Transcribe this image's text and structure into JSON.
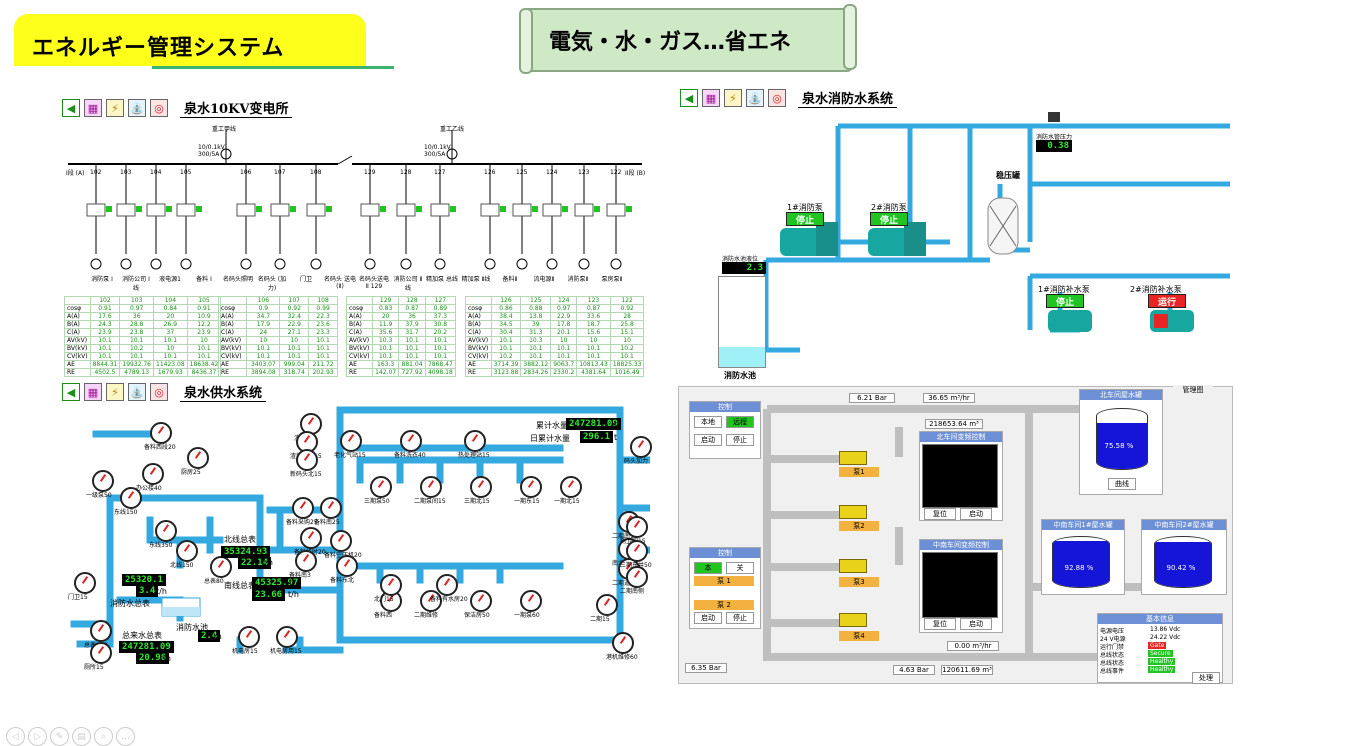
{
  "header": {
    "title": "エネルギー管理システム",
    "banner": "電気・水・ガス…省エネ"
  },
  "colors": {
    "accent": "#ffff1c",
    "pipe": "#33a9e0",
    "led_text": "#2eea2e",
    "stop": "#21c421",
    "run": "#e82525"
  },
  "substation": {
    "title": "泉水10KV变电所",
    "toolbar_icons": [
      "back-arrow-icon",
      "monitor-icon",
      "tower-icon",
      "faucet-icon",
      "fire-hydrant-icon"
    ],
    "source_left": "重工甲线",
    "source_right": "重工乙线",
    "transformer_label": "10/0.1kV 300/5A",
    "bus_left": "I段 (A)",
    "bus_right": "II段 (B)",
    "feeders_left": [
      "102",
      "103",
      "104",
      "105"
    ],
    "feeders_mid": [
      "106",
      "107",
      "108",
      "129",
      "128",
      "127"
    ],
    "feeders_right": [
      "126",
      "125",
      "124",
      "123",
      "122"
    ],
    "loads": [
      "消防泵 I",
      "消防公司 I线",
      "液电源1",
      "备料 I",
      "名码头照明",
      "名码头 (加力)",
      "门卫",
      "名码头 送电(Ⅱ)",
      "名码头送电 Ⅱ 129",
      "消防公司 Ⅱ线",
      "精加泵 总线",
      "精加泵 Ⅱ线",
      "备料Ⅱ",
      "流电源Ⅱ",
      "消防泵Ⅱ",
      "泵房泵Ⅱ"
    ],
    "table_rows": [
      "cosφ",
      "A(A)",
      "B(A)",
      "C(A)",
      "AV(kV)",
      "BV(kV)",
      "CV(kV)",
      "AE",
      "RE"
    ],
    "table1": {
      "cols": [
        "102",
        "103",
        "104",
        "105"
      ],
      "cosφ": [
        "0.91",
        "0.97",
        "0.84",
        "0.91"
      ],
      "A(A)": [
        "17.6",
        "36",
        "20",
        "10.9"
      ],
      "B(A)": [
        "24.3",
        "28.8",
        "26.9",
        "12.2"
      ],
      "C(A)": [
        "23.9",
        "23.8",
        "37",
        "23.9"
      ],
      "AV(kV)": [
        "10.1",
        "10.1",
        "10.1",
        "10"
      ],
      "BV(kV)": [
        "10.1",
        "10.2",
        "10",
        "10.1"
      ],
      "CV(kV)": [
        "10.1",
        "10.1",
        "10.1",
        "10.1"
      ],
      "AE": [
        "8844.31",
        "19932.76",
        "11423.08",
        "18638.42"
      ],
      "RE": [
        "4502.5",
        "4789.13",
        "1679.93",
        "8436.37"
      ]
    },
    "table2": {
      "cols": [
        "106",
        "107",
        "108"
      ],
      "cosφ": [
        "0.9",
        "0.92",
        "0.99"
      ],
      "A(A)": [
        "34.7",
        "32.4",
        "22.3"
      ],
      "B(A)": [
        "17.9",
        "22.9",
        "23.6"
      ],
      "C(A)": [
        "24",
        "27.1",
        "23.3"
      ],
      "AV(kV)": [
        "10",
        "10",
        "10.1"
      ],
      "BV(kV)": [
        "10.1",
        "10.1",
        "10.1"
      ],
      "CV(kV)": [
        "10.1",
        "10.1",
        "10.1"
      ],
      "AE": [
        "3403.07",
        "999.04",
        "211.72"
      ],
      "RE": [
        "3894.08",
        "318.74",
        "202.93"
      ]
    },
    "table3": {
      "cols": [
        "129",
        "128",
        "127"
      ],
      "cosφ": [
        "0.83",
        "0.87",
        "0.89"
      ],
      "A(A)": [
        "20",
        "36",
        "37.3"
      ],
      "B(A)": [
        "11.9",
        "37.9",
        "30.8"
      ],
      "C(A)": [
        "35.6",
        "31.7",
        "20.2"
      ],
      "AV(kV)": [
        "10.3",
        "10.1",
        "10.1"
      ],
      "BV(kV)": [
        "10.1",
        "10.1",
        "10.1"
      ],
      "CV(kV)": [
        "10.1",
        "10.1",
        "10.1"
      ],
      "AE": [
        "163.3",
        "881.04",
        "7868.47"
      ],
      "RE": [
        "142.07",
        "727.92",
        "4098.18"
      ]
    },
    "table4": {
      "cols": [
        "126",
        "125",
        "124",
        "123",
        "122"
      ],
      "cosφ": [
        "0.86",
        "0.88",
        "0.97",
        "0.87",
        "0.92"
      ],
      "A(A)": [
        "38.4",
        "13.8",
        "22.9",
        "33.6",
        "28"
      ],
      "B(A)": [
        "34.5",
        "39",
        "17.8",
        "18.7",
        "25.8"
      ],
      "C(A)": [
        "30.4",
        "31.3",
        "20.1",
        "15.6",
        "15.1"
      ],
      "AV(kV)": [
        "10.1",
        "10.3",
        "10",
        "10",
        "10"
      ],
      "BV(kV)": [
        "10.1",
        "10.1",
        "10.1",
        "10.1",
        "10.2"
      ],
      "CV(kV)": [
        "10.2",
        "10.1",
        "10.1",
        "10.1",
        "10.1"
      ],
      "AE": [
        "3714.39",
        "3882.12",
        "9063.7",
        "10813.43",
        "18825.33"
      ],
      "RE": [
        "3123.88",
        "2834.26",
        "2330.2",
        "4381.64",
        "1016.49"
      ]
    }
  },
  "fire": {
    "title": "泉水消防水系统",
    "toolbar_icons": [
      "back-arrow-icon",
      "monitor-icon",
      "tower-icon",
      "faucet-icon",
      "fire-hydrant-icon"
    ],
    "pressure_label": "消防水管压力",
    "pressure_value": "0.38",
    "pump1_label": "1#消防泵",
    "pump1_state": "停止",
    "pump2_label": "2#消防泵",
    "pump2_state": "停止",
    "tank_label": "稳压罐",
    "sup1_label": "1#消防补水泵",
    "sup1_state": "停止",
    "sup2_label": "2#消防补水泵",
    "sup2_state": "运行",
    "pool_level_label": "消防水池液位",
    "pool_level_value": "2.3",
    "pool_label": "消防水池",
    "pool_fill": 0.22
  },
  "supply": {
    "title": "泉水供水系统",
    "toolbar_icons": [
      "back-arrow-icon",
      "monitor-icon",
      "tower-icon",
      "faucet-icon",
      "fire-hydrant-icon"
    ],
    "total_water_label": "累计水量",
    "total_water_value": "247281.09",
    "total_water_unit": "t",
    "daily_label": "日累计水量",
    "daily_value": "296.1",
    "north_label": "北线总表",
    "north_value": "35324.93",
    "north_flow": "22.14",
    "south_label": "南线总表",
    "south_value": "45325.97",
    "south_flow": "23.66",
    "fire_total_label": "消防水总表",
    "fire_total_value": "25320.1",
    "fire_flow": "3.4",
    "main_total_label": "总来水总表",
    "main_total_value": "247281.09",
    "main_flow": "20.96",
    "level_label": "消防水池",
    "level_value": "2.4",
    "unit_t": "t",
    "unit_flow": "t/h",
    "unit_m": "m",
    "meters": [
      "备料西段20",
      "办公楼40",
      "厨房25",
      "一级泵50",
      "东线150",
      "东线350",
      "北线150",
      "总表80",
      "总表150",
      "门卫15",
      "渣浆15",
      "渣浆泵房15",
      "新码头北15",
      "老化气站15",
      "备料洗衣40",
      "热处理站15",
      "码头加力",
      "三期泵50",
      "二期泵间15",
      "三期北15",
      "一期东15",
      "一期北15",
      "二期南15",
      "南北东15",
      "二期道15",
      "机电房15",
      "机电房用15",
      "港机维修60",
      "备料采购25",
      "备料南25",
      "备料临时20",
      "备料南3",
      "备料空压机20",
      "备料东北",
      "备料西",
      "二期维修",
      "保洁房50",
      "一期泵60",
      "厕所15",
      "二期15",
      "厕卫间15",
      "三期东井50",
      "二期南侧",
      "北门15",
      "备料有水房20"
    ]
  },
  "hmi": {
    "pressure_top": "6.21 Bar",
    "flow_top": "36.65 m³/hr",
    "total_top": "218653.64 m³",
    "north_panel": "北车间变频控制",
    "mid_panel": "中南车间变频控制",
    "control_title": "控制",
    "mode_local": "本地",
    "mode_remote": "远程",
    "start": "启动",
    "stop": "停止",
    "pumps": [
      "泵1",
      "泵2",
      "泵3",
      "泵4"
    ],
    "tank_north": "北车间屋水罐",
    "tank_north_pct": "75.58 %",
    "tank_north_level": 0.76,
    "tank_c1": "中南车间1#屋水罐",
    "tank_c1_pct": "92.88 %",
    "tank_c1_level": 0.93,
    "tank_c2": "中南车间2#屋水罐",
    "tank_c2_pct": "90.42 %",
    "tank_c2_level": 0.9,
    "mgmt": "管理图",
    "curve": "曲线",
    "control2_title": "控制",
    "ctrl2_a": "本",
    "ctrl2_b": "关",
    "ctrl2_p1": "泵 1",
    "ctrl2_p2": "泵 2",
    "ctrl2_start": "启动",
    "ctrl2_stop": "停止",
    "screen_btn_a": "复位",
    "screen_btn_b": "启动",
    "bottom_pressure": "6.35 Bar",
    "bottom_pressure2": "4.63 Bar",
    "bottom_total": "120611.69 m³",
    "mid_flow": "0.00 m³/hr",
    "info_title": "基本信息",
    "info_rows": [
      {
        "k": "电源电压",
        "v": "13.86 Vdc"
      },
      {
        "k": "24 V电源",
        "v": "24.22 Vdc"
      },
      {
        "k": "运行门禁",
        "v": "Gate"
      },
      {
        "k": "总线状态",
        "v": "Secure"
      },
      {
        "k": "总线状态",
        "v": "Healthy"
      },
      {
        "k": "总线事件",
        "v": "Healthy"
      }
    ],
    "info_btn": "处理"
  },
  "nav_icons": [
    "prev-icon",
    "next-icon",
    "pen-icon",
    "print-icon",
    "zoom-icon",
    "more-icon"
  ]
}
